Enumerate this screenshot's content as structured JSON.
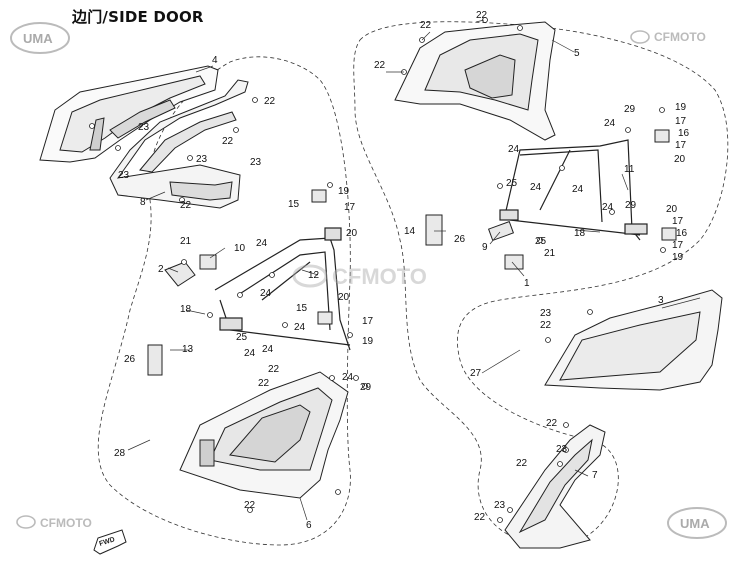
{
  "title": "边门/SIDE DOOR",
  "logos": {
    "uma": "UMA",
    "cfmoto": "CFMOTO"
  },
  "fwd_label": "FWD",
  "callouts": [
    {
      "label": "1"
    },
    {
      "label": "2"
    },
    {
      "label": "3"
    },
    {
      "label": "4"
    },
    {
      "label": "5"
    },
    {
      "label": "6"
    },
    {
      "label": "7"
    },
    {
      "label": "8"
    },
    {
      "label": "9"
    },
    {
      "label": "10"
    },
    {
      "label": "11"
    },
    {
      "label": "12"
    },
    {
      "label": "13"
    },
    {
      "label": "14"
    },
    {
      "label": "15"
    },
    {
      "label": "15"
    },
    {
      "label": "16"
    },
    {
      "label": "16"
    },
    {
      "label": "17"
    },
    {
      "label": "17"
    },
    {
      "label": "17"
    },
    {
      "label": "17"
    },
    {
      "label": "17"
    },
    {
      "label": "18"
    },
    {
      "label": "18"
    },
    {
      "label": "19"
    },
    {
      "label": "19"
    },
    {
      "label": "19"
    },
    {
      "label": "19"
    },
    {
      "label": "20"
    },
    {
      "label": "20"
    },
    {
      "label": "20"
    },
    {
      "label": "20"
    },
    {
      "label": "21"
    },
    {
      "label": "21"
    },
    {
      "label": "22"
    },
    {
      "label": "22"
    },
    {
      "label": "22"
    },
    {
      "label": "22"
    },
    {
      "label": "22"
    },
    {
      "label": "22"
    },
    {
      "label": "22"
    },
    {
      "label": "22"
    },
    {
      "label": "22"
    },
    {
      "label": "22"
    },
    {
      "label": "22"
    },
    {
      "label": "22"
    },
    {
      "label": "22"
    },
    {
      "label": "23"
    },
    {
      "label": "23"
    },
    {
      "label": "23"
    },
    {
      "label": "23"
    },
    {
      "label": "23"
    },
    {
      "label": "23"
    },
    {
      "label": "23"
    },
    {
      "label": "24"
    },
    {
      "label": "24"
    },
    {
      "label": "24"
    },
    {
      "label": "24"
    },
    {
      "label": "24"
    },
    {
      "label": "24"
    },
    {
      "label": "24"
    },
    {
      "label": "24"
    },
    {
      "label": "24"
    },
    {
      "label": "24"
    },
    {
      "label": "25"
    },
    {
      "label": "25"
    },
    {
      "label": "25"
    },
    {
      "label": "26"
    },
    {
      "label": "26"
    },
    {
      "label": "27"
    },
    {
      "label": "28"
    },
    {
      "label": "29"
    },
    {
      "label": "29"
    },
    {
      "label": "29"
    },
    {
      "label": "29"
    }
  ]
}
